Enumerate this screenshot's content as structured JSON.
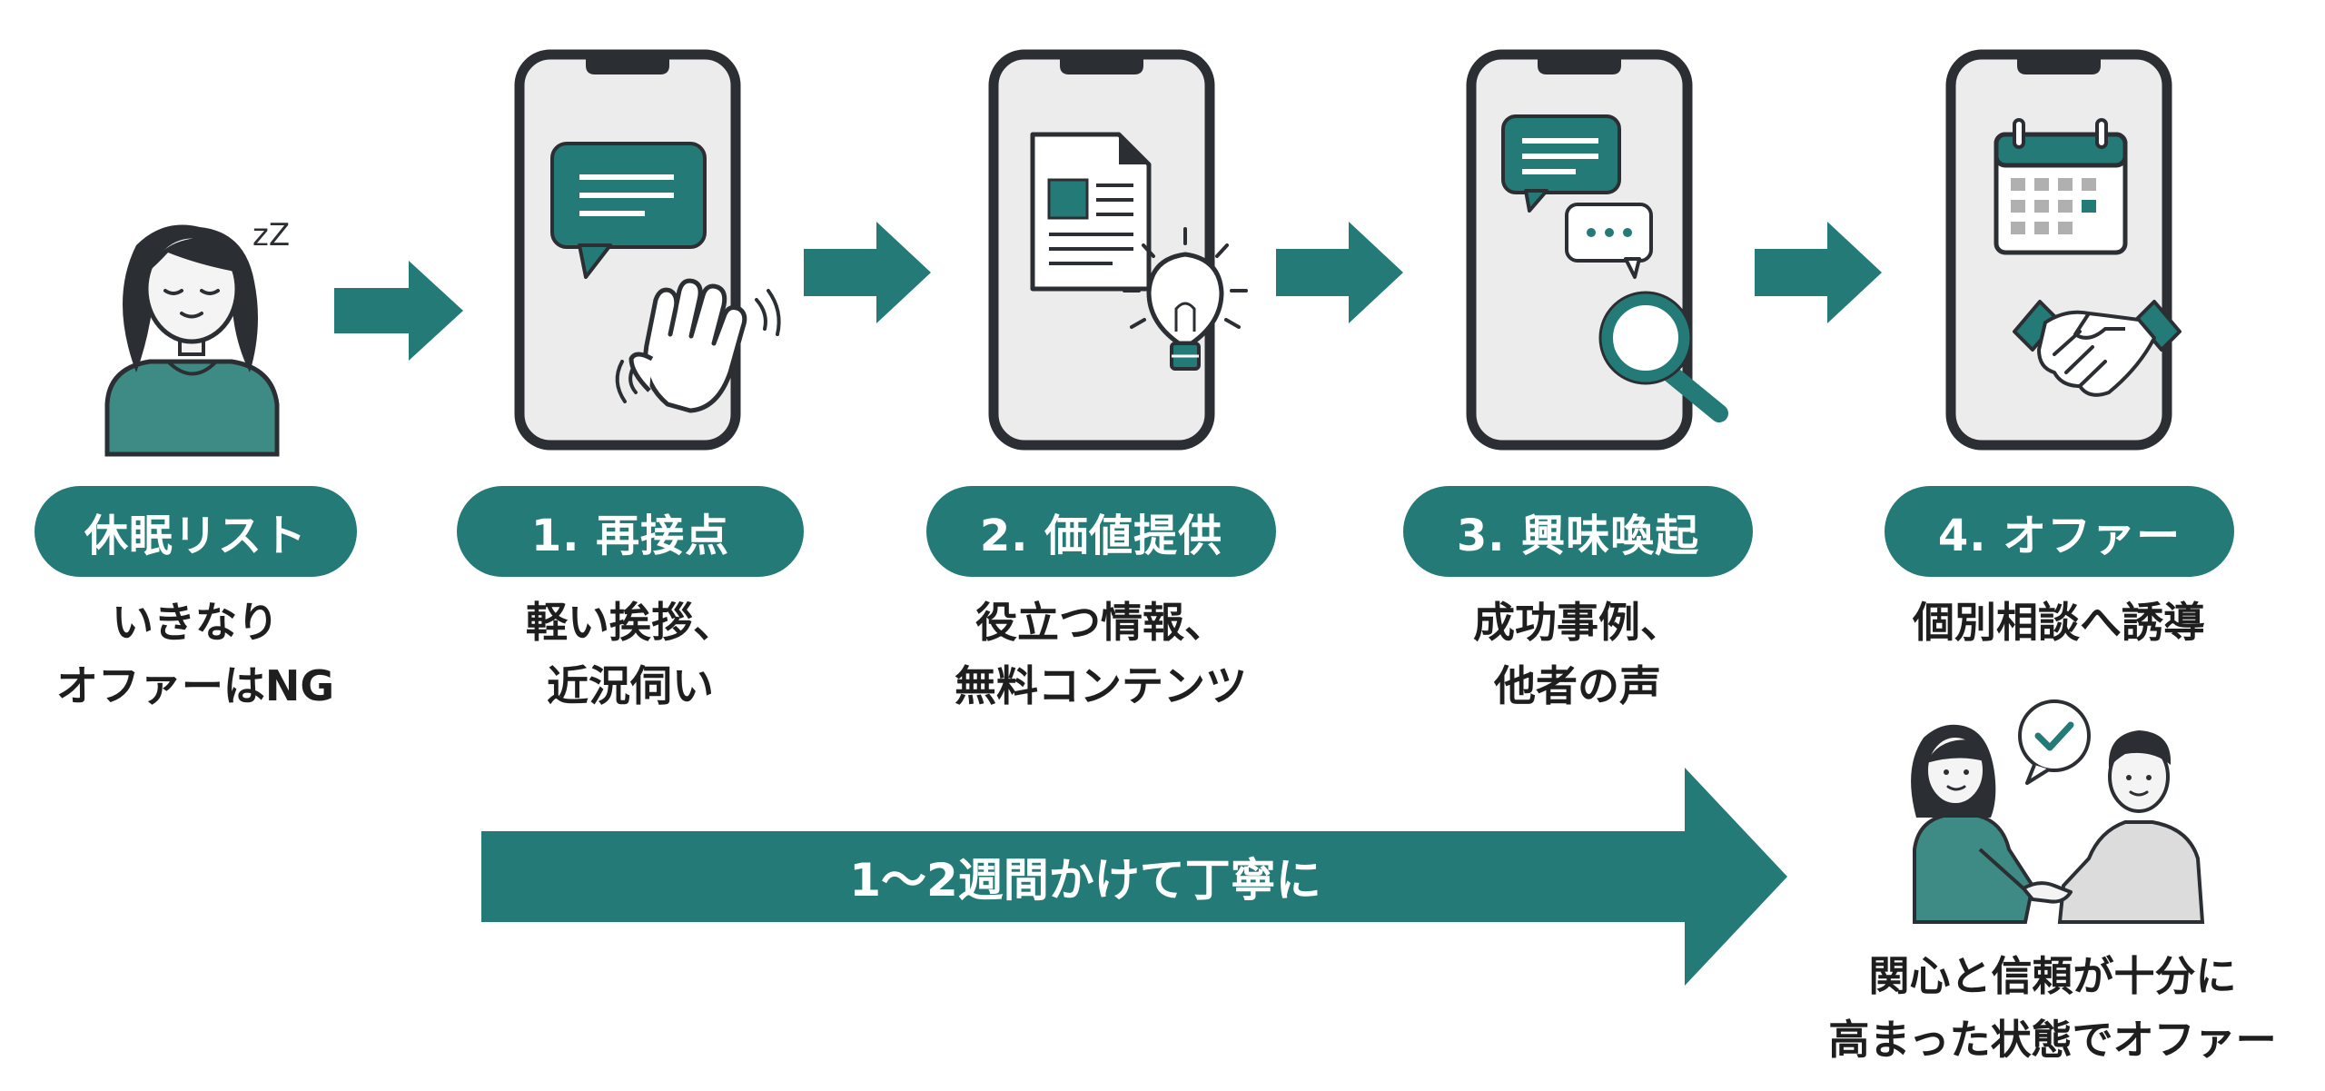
{
  "steps": [
    {
      "label": "休眠リスト",
      "lines": [
        "いきなり",
        "オファーはNG"
      ]
    },
    {
      "label": "1. 再接点",
      "lines": [
        "軽い挨拶、",
        "近況伺い"
      ]
    },
    {
      "label": "2. 価値提供",
      "lines": [
        "役立つ情報、",
        "無料コンテンツ"
      ]
    },
    {
      "label": "3. 興味喚起",
      "lines": [
        "成功事例、",
        "他者の声"
      ]
    },
    {
      "label": "4. オファー",
      "lines": [
        "個別相談へ誘導"
      ]
    }
  ],
  "sleep_text": "zZ",
  "banner": {
    "text": "1〜2週間かけて丁寧に"
  },
  "result": {
    "lines": [
      "関心と信頼が十分に",
      "高まった状態でオファー"
    ]
  },
  "colors": {
    "teal": "#237a76",
    "dark": "#2b2f33",
    "screen": "#ececec"
  }
}
